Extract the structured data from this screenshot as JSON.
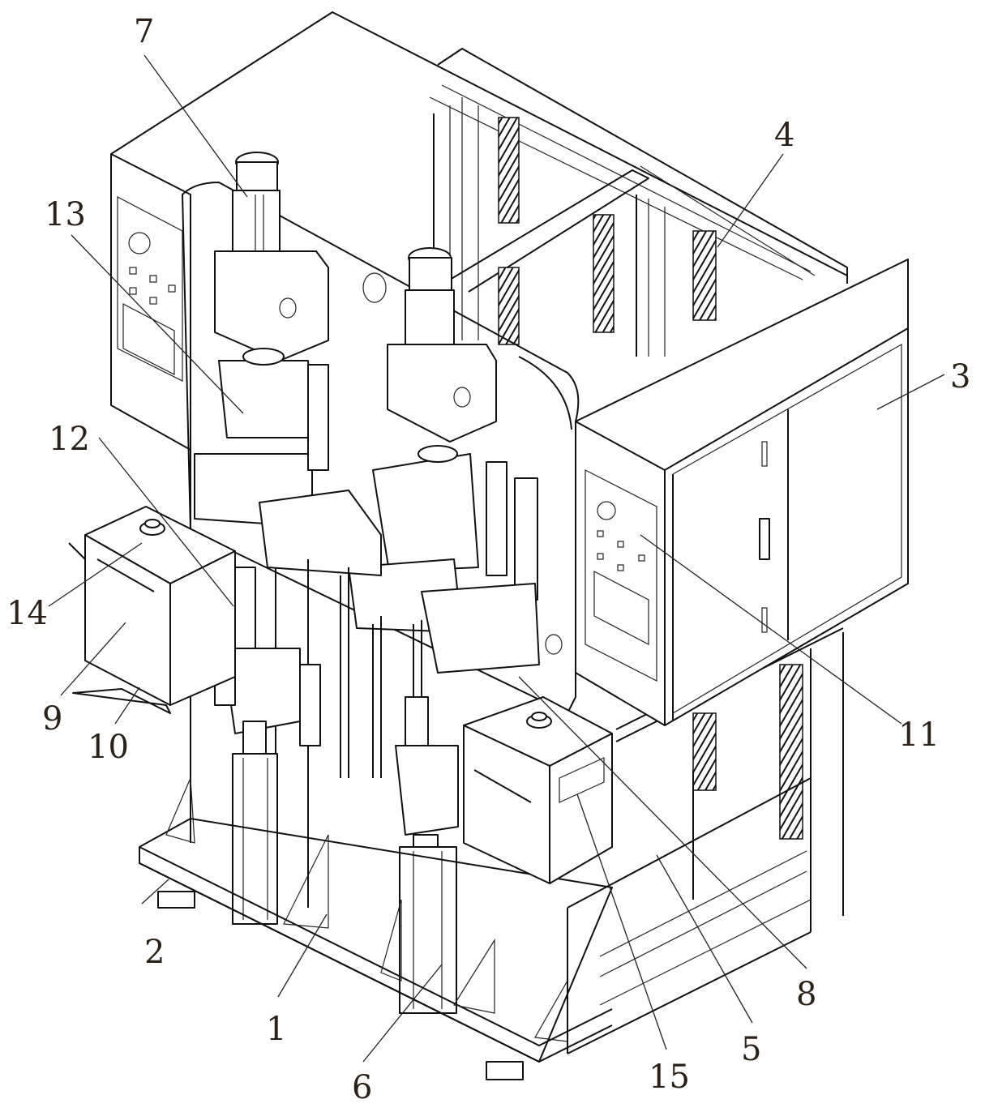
{
  "figure": {
    "type": "isometric patent line drawing",
    "subject": "automated machine assembly with frame, electrical cabinet, twin vertical actuator stations and tanks"
  },
  "callouts": [
    {
      "id": "1",
      "label": "1"
    },
    {
      "id": "2",
      "label": "2"
    },
    {
      "id": "3",
      "label": "3"
    },
    {
      "id": "4",
      "label": "4"
    },
    {
      "id": "5",
      "label": "5"
    },
    {
      "id": "6",
      "label": "6"
    },
    {
      "id": "7",
      "label": "7"
    },
    {
      "id": "8",
      "label": "8"
    },
    {
      "id": "9",
      "label": "9"
    },
    {
      "id": "10",
      "label": "10"
    },
    {
      "id": "11",
      "label": "11"
    },
    {
      "id": "12",
      "label": "12"
    },
    {
      "id": "13",
      "label": "13"
    },
    {
      "id": "14",
      "label": "14"
    },
    {
      "id": "15",
      "label": "15"
    }
  ],
  "colors": {
    "line": "#111111",
    "label": "#2a2218",
    "background": "#ffffff"
  }
}
